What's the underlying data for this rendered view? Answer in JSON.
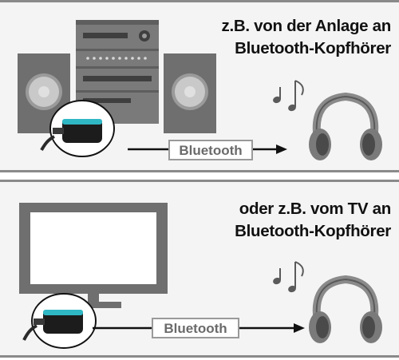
{
  "panels": [
    {
      "caption_line1": "z.B. von der Anlage an",
      "caption_line2": "Bluetooth-Kopfhörer",
      "link_label": "Bluetooth"
    },
    {
      "caption_line1": "oder z.B. vom TV an",
      "caption_line2": "Bluetooth-Kopfhörer",
      "link_label": "Bluetooth"
    }
  ],
  "colors": {
    "device_gray": "#6f6f6f",
    "device_dark": "#4a4a4a",
    "speaker_cone": "#c9c9c9",
    "adapter_body": "#1c1c1c",
    "adapter_accent": "#2fb7c4",
    "panel_bg": "#f4f4f4",
    "panel_border": "#8a8a8a"
  },
  "icons": [
    "stereo-system-icon",
    "speaker-icon",
    "tv-icon",
    "bluetooth-adapter-icon",
    "music-notes-icon",
    "headphones-icon",
    "arrow-icon"
  ]
}
